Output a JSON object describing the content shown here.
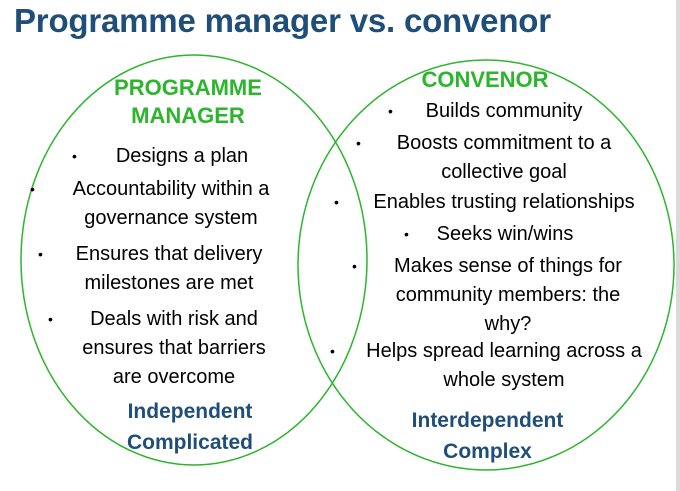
{
  "title": "Programme manager vs. convenor",
  "left": {
    "heading_line1": "PROGRAMME",
    "heading_line2": "MANAGER",
    "bullets": [
      [
        "Designs a plan"
      ],
      [
        "Accountability within a",
        "governance system"
      ],
      [
        "Ensures that delivery",
        "milestones are met"
      ],
      [
        "Deals with risk and",
        "ensures that barriers",
        "are overcome"
      ]
    ],
    "tag_line1": "Independent",
    "tag_line2": "Complicated"
  },
  "right": {
    "heading": "CONVENOR",
    "bullets": [
      [
        "Builds community"
      ],
      [
        "Boosts commitment to a",
        "collective goal"
      ],
      [
        "Enables trusting relationships"
      ],
      [
        "Seeks win/wins"
      ],
      [
        "Makes sense of things for",
        "community members: the",
        "why?"
      ],
      [
        "Helps spread learning across a",
        "whole system"
      ]
    ],
    "tag_line1": "Interdependent",
    "tag_line2": "Complex"
  },
  "colors": {
    "title": "#1f4e79",
    "heading": "#2db52d",
    "circle_stroke": "#2db52d",
    "tag": "#1f4e79"
  },
  "bullet_glyph": "•"
}
